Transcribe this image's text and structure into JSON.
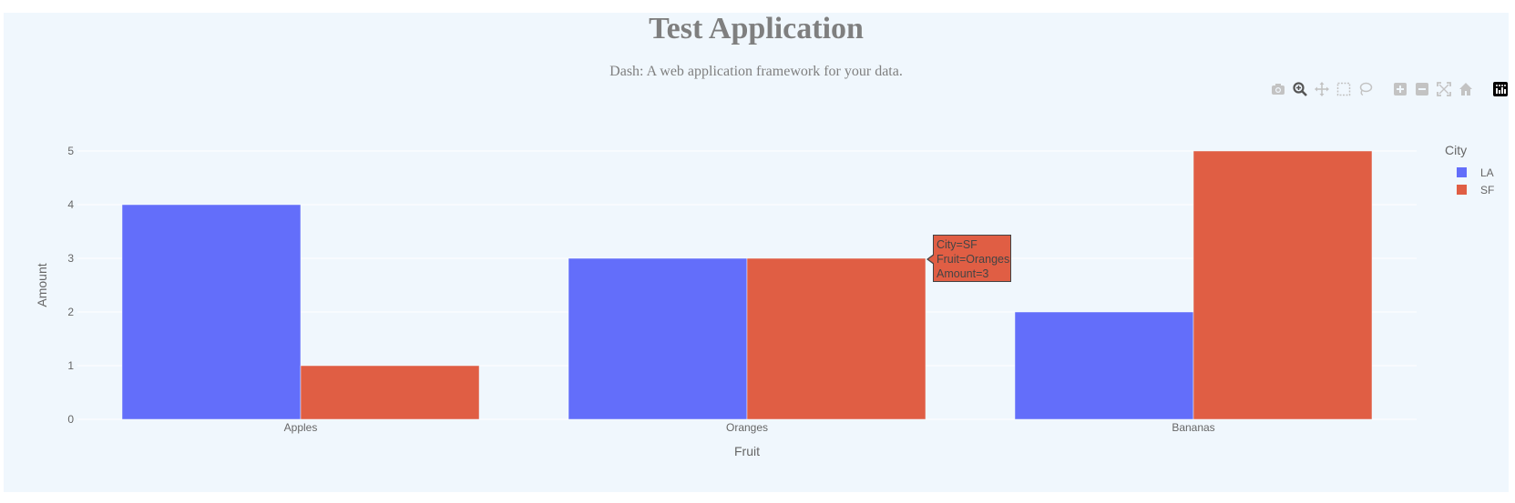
{
  "page": {
    "title": "Test Application",
    "subtitle": "Dash: A web application framework for your data."
  },
  "modebar": {
    "icons": [
      "camera-icon",
      "zoom-icon",
      "pan-icon",
      "box-select-icon",
      "lasso-select-icon",
      "zoom-in-icon",
      "zoom-out-icon",
      "autoscale-icon",
      "reset-axes-icon",
      "plotly-logo-icon"
    ],
    "active_icon": "zoom-icon"
  },
  "chart_data": {
    "type": "bar",
    "barmode": "group",
    "categories": [
      "Apples",
      "Oranges",
      "Bananas"
    ],
    "series": [
      {
        "name": "LA",
        "values": [
          4,
          3,
          2
        ],
        "color": "#636efa"
      },
      {
        "name": "SF",
        "values": [
          1,
          3,
          5
        ],
        "color": "#e05e44"
      }
    ],
    "xlabel": "Fruit",
    "ylabel": "Amount",
    "ylim": [
      0,
      5
    ],
    "yticks": [
      "0",
      "1",
      "2",
      "3",
      "4",
      "5"
    ],
    "grid": true,
    "legend": {
      "title": "City",
      "placement": "top-right"
    }
  },
  "tooltip": {
    "lines": [
      "City=SF",
      "Fruit=Oranges",
      "Amount=3"
    ],
    "series_index": 1,
    "category_index": 1
  }
}
